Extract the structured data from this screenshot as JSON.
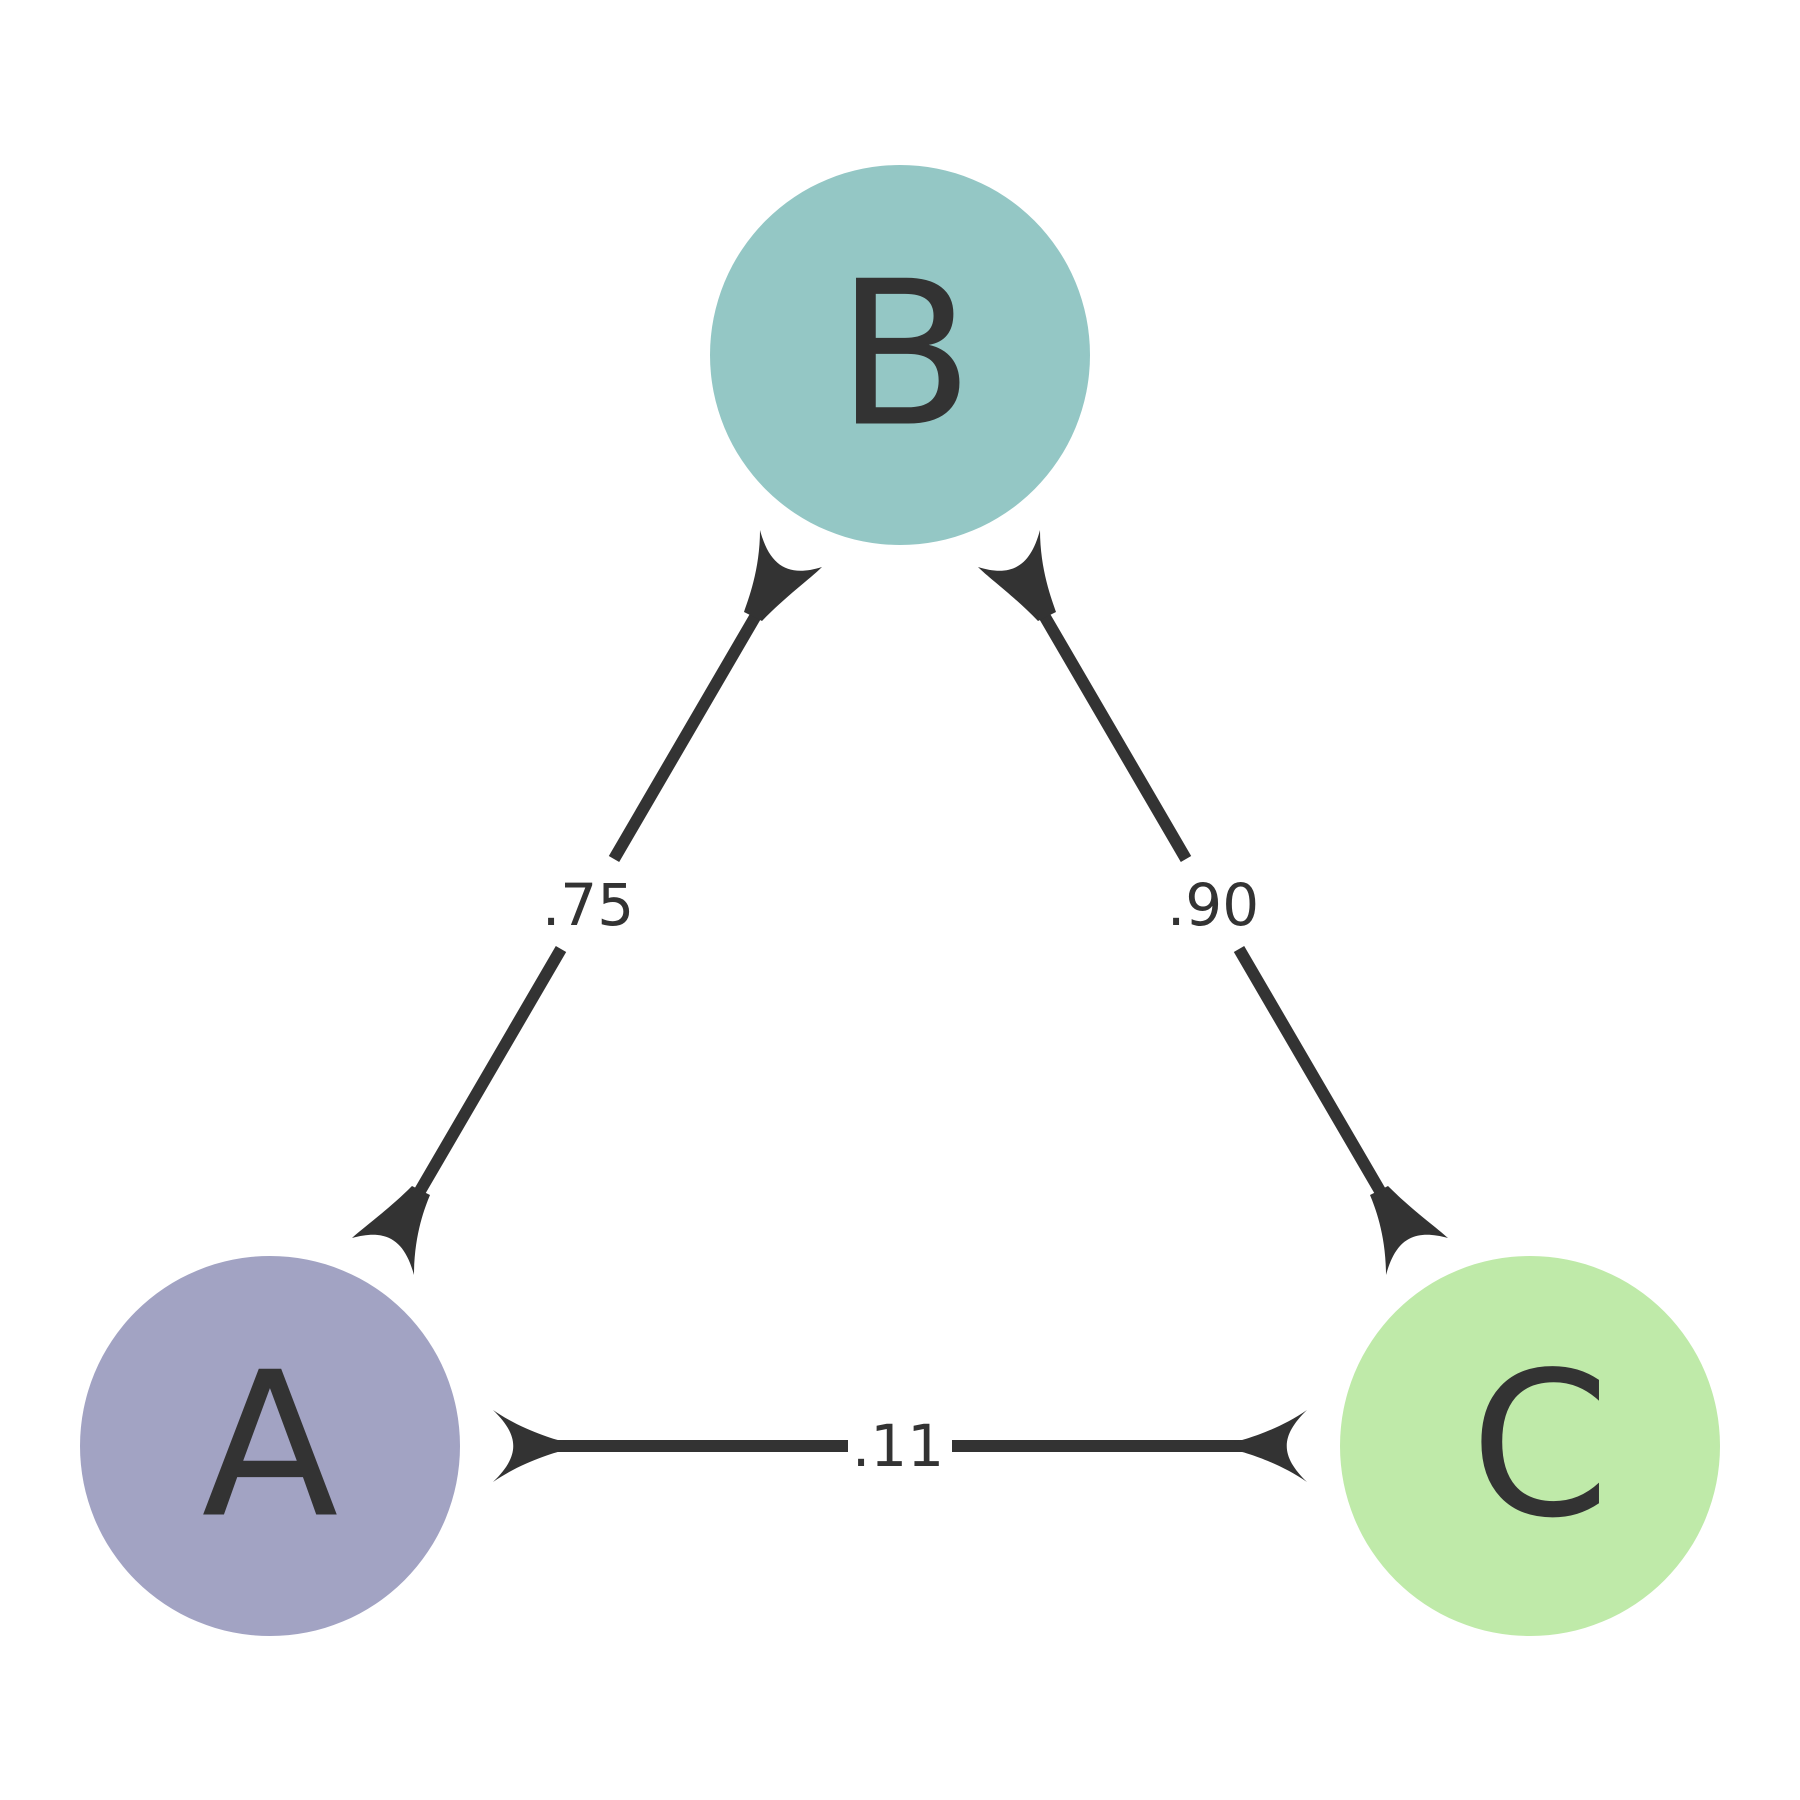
{
  "nodes": [
    {
      "id": "A",
      "label": "A",
      "color": "#a2a3c3"
    },
    {
      "id": "B",
      "label": "B",
      "color": "#94c7c5"
    },
    {
      "id": "C",
      "label": "C",
      "color": "#bfeaa9"
    }
  ],
  "edges": [
    {
      "from": "A",
      "to": "B",
      "label": ".75",
      "bidirectional": true
    },
    {
      "from": "B",
      "to": "C",
      "label": ".90",
      "bidirectional": true
    },
    {
      "from": "A",
      "to": "C",
      "label": ".11",
      "bidirectional": true
    }
  ],
  "colors": {
    "edge": "#333333",
    "text": "#333333",
    "background": "#ffffff"
  }
}
